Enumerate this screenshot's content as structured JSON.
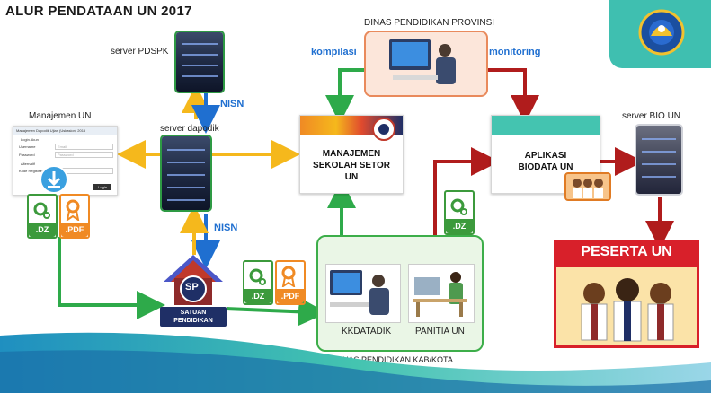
{
  "title": "ALUR PENDATAAN UN 2017",
  "labels": {
    "server_pdspk": "server PDSPK",
    "nisn_top": "NISN",
    "nisn_bottom": "NISN",
    "server_dapodik": "server dapodik",
    "manajemen_un": "Manajemen UN",
    "dinas_prov": "DINAS PENDIDIKAN PROVINSI",
    "kompilasi": "kompilasi",
    "monitoring": "monitoring",
    "mssu": "MANAJEMEN SEKOLAH SETOR UN",
    "aplikasi_biodata": "APLIKASI BIODATA UN",
    "server_bio": "server BIO UN",
    "peserta": "PESERTA UN",
    "kkdatadik": "KKDATADIK",
    "panitia": "PANITIA UN",
    "dinas_kab": "DINAS PENDIDIKAN KAB/KOTA",
    "satuan": "SATUAN PENDIDIKAN",
    "sp": "SP"
  },
  "screen": {
    "heading": "Manajemen Dapodik Ujian (Uskasion) 2015",
    "login_label": "Login Akun",
    "username_label": "Username",
    "username_placeholder": "Email",
    "password_label": "Password",
    "password_placeholder": "Password",
    "alt_label": "Alternatif",
    "kode_label": "Kode Registrasi",
    "button": "Login"
  },
  "files": {
    "dz": ".DZ",
    "pdf": ".PDF"
  },
  "colors": {
    "green": "#2eaa4a",
    "yellow": "#f5b81c",
    "blue": "#1f6fd0",
    "red": "#b01c1c",
    "teal": "#44c4b0",
    "prov_bg": "#fce6da",
    "prov_border": "#e98a5c",
    "kab_border": "#3dae4a",
    "peserta_red": "#d8202a"
  }
}
